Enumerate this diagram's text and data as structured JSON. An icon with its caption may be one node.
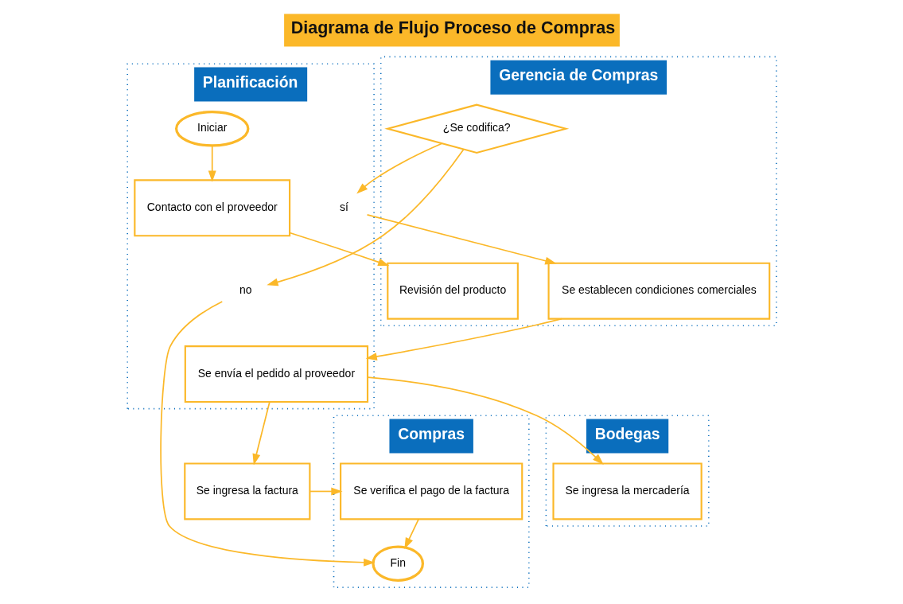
{
  "diagram": {
    "title": "Diagrama de Flujo Proceso de Compras",
    "nodes": [
      {
        "text": [
          "Planificación"
        ]
      },
      {
        "text": [
          "Gerencia de Compras"
        ]
      },
      {
        "text": [
          "Bodegas"
        ]
      },
      {
        "text": [
          "Compras"
        ]
      },
      {
        "text": [
          "Iniciar"
        ],
        "in": 0
      },
      {
        "text": [
          "Contacto con el proveedor"
        ],
        "in": 0
      },
      {
        "text": [
          "Revisión del producto"
        ],
        "in": 1
      },
      {
        "text": [
          "Se ingresa la mercadería"
        ],
        "in": 2
      },
      {
        "text": [
          "no"
        ],
        "in": 0
      },
      {
        "text": [
          "¿Se codifica?"
        ],
        "in": 1
      },
      {
        "text": [
          "Se verifica el pago de la factura"
        ],
        "in": 3
      },
      {
        "text": [
          "sí"
        ],
        "in": 0
      },
      {
        "text": [
          "Se establecen condiciones comerciales"
        ],
        "in": 1
      },
      {
        "text": [
          "Se envía el pedido al proveedor"
        ],
        "in": 0
      },
      {
        "text": [
          "Se ingresa la factura"
        ]
      },
      {
        "text": [
          "Fin"
        ],
        "in": 3
      }
    ],
    "edges": [
      {
        "from": 4,
        "to": 5,
        "arrow": "to"
      },
      {
        "from": 5,
        "to": 6,
        "arrow": "to"
      },
      {
        "from": 9,
        "to": 8,
        "arrow": "to"
      },
      {
        "from": 9,
        "to": 11,
        "arrow": "to"
      },
      {
        "from": 11,
        "to": 12,
        "arrow": "to"
      },
      {
        "from": 12,
        "to": 13,
        "arrow": "to"
      },
      {
        "from": 13,
        "to": 7,
        "arrow": "to"
      },
      {
        "from": 13,
        "to": 14,
        "arrow": "to"
      },
      {
        "from": 14,
        "to": 10,
        "arrow": "to"
      },
      {
        "from": 10,
        "to": 15,
        "arrow": "to"
      },
      {
        "from": 8,
        "to": 15,
        "arrow": "to"
      }
    ]
  }
}
